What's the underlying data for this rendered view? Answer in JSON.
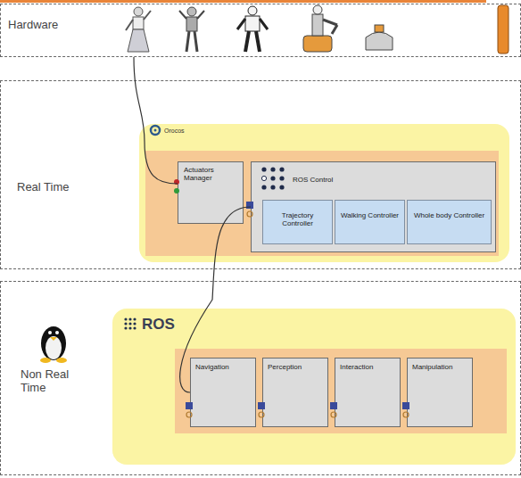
{
  "diagram": {
    "nodes": [
      {
        "text": [
          "Hardware"
        ]
      },
      {
        "text": [
          "Real Time"
        ]
      },
      {
        "text": [
          "Orocos"
        ],
        "in": 1
      },
      {
        "text": [
          "Actuators Manager"
        ],
        "in": 2
      },
      {
        "text": [
          "ROS Control"
        ],
        "in": 2
      },
      {
        "text": [
          "Trajectory Controller"
        ],
        "in": 4
      },
      {
        "text": [
          "Walking Controller"
        ],
        "in": 4
      },
      {
        "text": [
          "Whole body Controller"
        ],
        "in": 4
      },
      {
        "text": [
          "Non Real Time"
        ]
      },
      {
        "text": [
          "ROS"
        ],
        "in": 8
      },
      {
        "text": [
          "Navigation"
        ],
        "in": 9
      },
      {
        "text": [
          "Perception"
        ],
        "in": 9
      },
      {
        "text": [
          "Interaction"
        ],
        "in": 9
      },
      {
        "text": [
          "Manipulation"
        ],
        "in": 9
      }
    ],
    "edges": [
      {
        "from": 0,
        "to": 3,
        "arrow": "none"
      },
      {
        "from": 4,
        "to": 10,
        "arrow": "none"
      }
    ]
  }
}
